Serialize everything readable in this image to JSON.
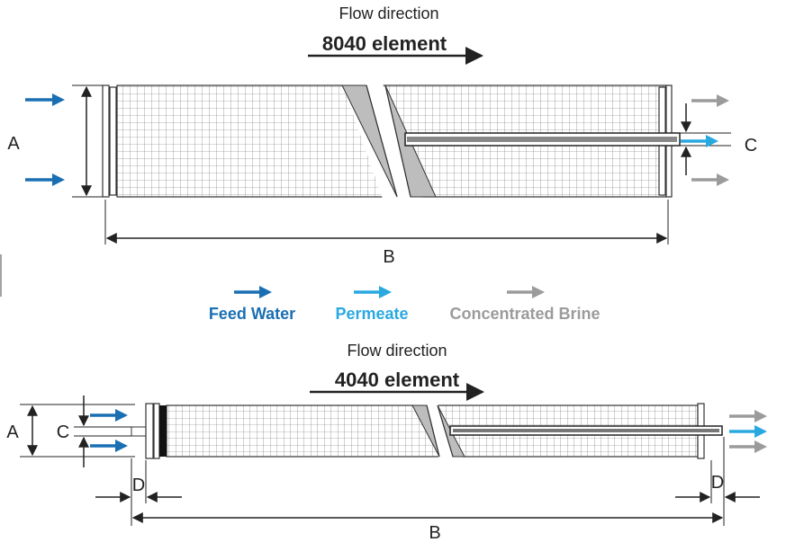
{
  "colors": {
    "feed": "#1a6fb3",
    "permeate": "#29a9e0",
    "brine": "#9b9b9b",
    "line": "#222222"
  },
  "top": {
    "flow_direction": "Flow direction",
    "element": "8040 element",
    "label_a": "A",
    "label_b": "B",
    "label_c": "C"
  },
  "legend": {
    "feed_water": "Feed Water",
    "permeate": "Permeate",
    "concentrated_brine": "Concentrated Brine"
  },
  "bottom": {
    "flow_direction": "Flow direction",
    "element": "4040 element",
    "label_a": "A",
    "label_b": "B",
    "label_c": "C",
    "label_d_left": "D",
    "label_d_right": "D"
  }
}
